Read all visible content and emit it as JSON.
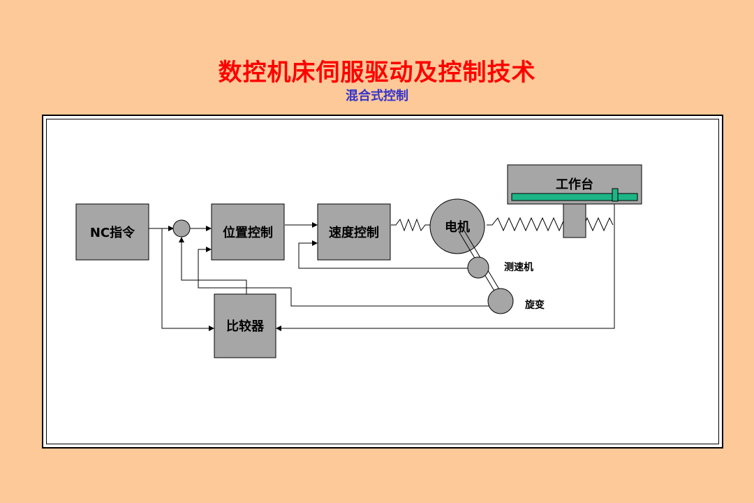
{
  "header": {
    "title": "数控机床伺服驱动及控制技术",
    "subtitle": "混合式控制"
  },
  "diagram": {
    "blocks": {
      "nc_command": "NC指令",
      "position_control": "位置控制",
      "speed_control": "速度控制",
      "motor": "电机",
      "worktable": "工作台",
      "comparator": "比较器",
      "tachometer": "测速机",
      "resolver": "旋变"
    }
  },
  "colors": {
    "background": "#fdc998",
    "title": "#ff0000",
    "subtitle": "#3333cc",
    "block_fill": "#a6a6a6",
    "leadscrew": "#1db586"
  }
}
